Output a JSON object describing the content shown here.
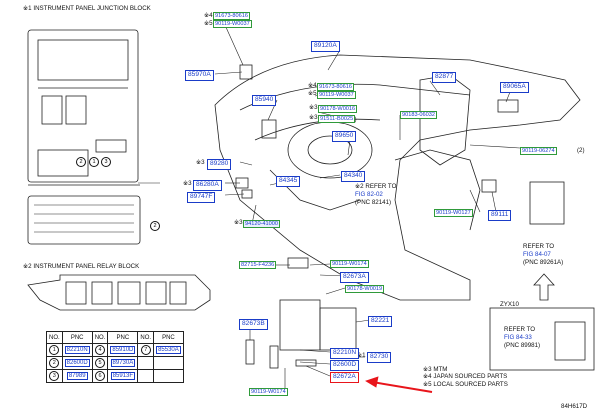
{
  "headings": {
    "junction_block": "※1 INSTRUMENT PANEL JUNCTION BLOCK",
    "relay_block": "※2 INSTRUMENT PANEL RELAY BLOCK",
    "zyx10": "ZYX10"
  },
  "colors": {
    "pnc_blue": "#1a3cc8",
    "sub_green": "#2f9a3a",
    "highlight_red": "#e8151b"
  },
  "callouts": {
    "c_91673_80616a": "91673-80616",
    "c_90119_w0037a": "90119-W0037",
    "c_89120A": "89120A",
    "c_85970A": "85970A",
    "c_91673_80616b": "91673-80616",
    "c_90119_w0037b": "90119-W0037",
    "c_82877": "82877",
    "c_89065A": "89065A",
    "c_85940": "85940",
    "c_90178_w0016": "90178-W0016",
    "c_91511_b0025": "91511-B0025",
    "c_90183_06032": "90183-06032",
    "c_89650": "89650",
    "c_90119_06274": "90119-06274",
    "c_89280": "89280",
    "c_86280A": "86280A",
    "c_89747F": "89747F",
    "c_84345": "84345",
    "c_84340": "84340",
    "c_90119_w0127": "90119-W0127",
    "c_89111": "89111",
    "c_94120_41000": "94120-41000",
    "c_82715_f4236": "82715-F4236",
    "c_90119_w0174a": "90119-W0174",
    "c_82673A": "82673A",
    "c_90178_w0019": "90178-W0019",
    "c_82221": "82221",
    "c_82673B": "82673B",
    "c_82210N": "82210N",
    "c_82600D": "82600D",
    "c_82672A": "82672A",
    "c_82730": "82730",
    "c_90119_w0174b": "90119-W0174"
  },
  "markers": {
    "m1": "※4",
    "m2": "※5",
    "m3": "※4",
    "m4": "※5",
    "m5": "※3",
    "m6": "※3",
    "m7": "※3",
    "m8": "※3",
    "m9": "※3",
    "m10": "※1",
    "m11": "(2)",
    "m12": "(2)"
  },
  "refers": {
    "r1": [
      "※2 REFER TO",
      "FIG 82-02",
      "(PNC 82141)"
    ],
    "r2": [
      "REFER TO",
      "FIG 84-07",
      "(PNC 89261A)"
    ],
    "r3": [
      "REFER TO",
      "FIG 84-33",
      "(PNC 89981)"
    ]
  },
  "legend": [
    "※3 MTM",
    "※4 JAPAN SOURCED PARTS",
    "※5 LOCAL SOURCED PARTS"
  ],
  "figure_id": "84H617D",
  "table": {
    "headers": [
      "NO.",
      "PNC",
      "NO.",
      "PNC",
      "NO.",
      "PNC"
    ],
    "rows": [
      [
        "1",
        "82210N",
        "4",
        "85910D",
        "7",
        "85530A"
      ],
      [
        "2",
        "82600D",
        "5",
        "89730A",
        "",
        ""
      ],
      [
        "3",
        "87989",
        "6",
        "85913F",
        "",
        ""
      ]
    ]
  },
  "block_numbers": {
    "b1": "1",
    "b2": "2",
    "b3": "3",
    "b4": "2"
  }
}
